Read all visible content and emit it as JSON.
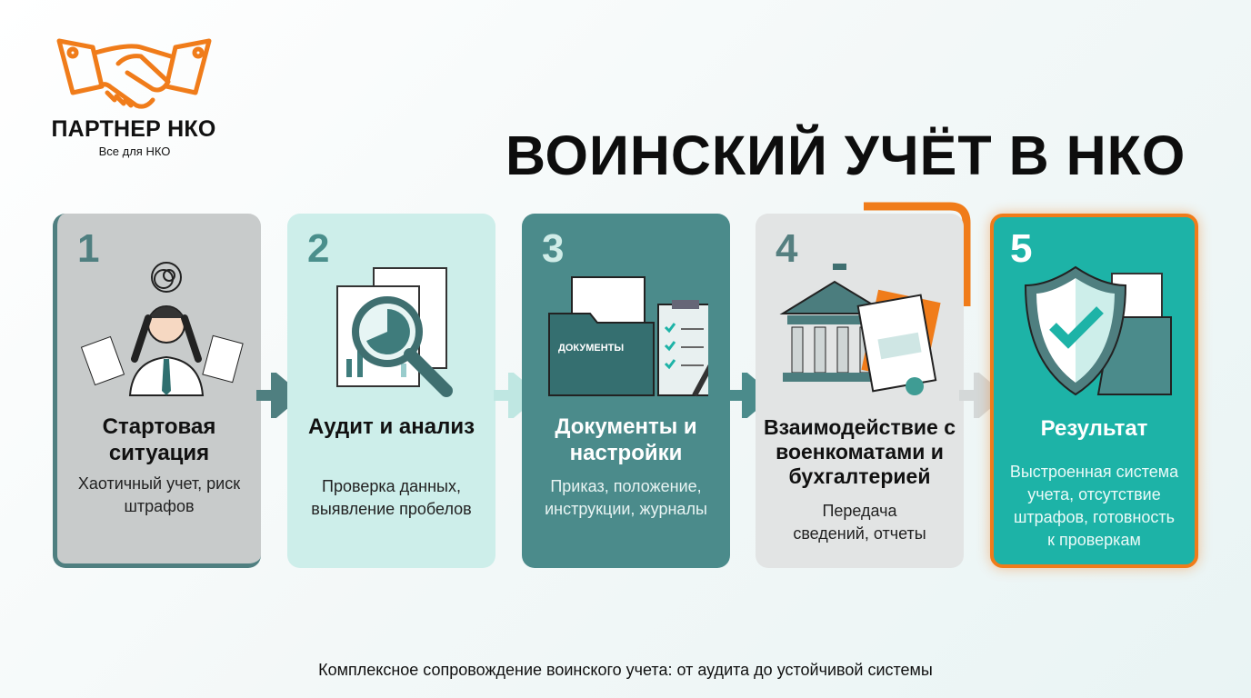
{
  "logo": {
    "name": "ПАРТНЕР НКО",
    "tagline": "Все для НКО",
    "icon": "handshake-icon"
  },
  "title": "ВОИНСКИЙ УЧЁТ В НКО",
  "steps": [
    {
      "number": "1",
      "title": "Стартовая ситуация",
      "description": "Хаотичный учет, риск штрафов",
      "icon": "stressed-person-icon",
      "color": "#c8cbcb"
    },
    {
      "number": "2",
      "title": "Аудит и анализ",
      "description": "Проверка данных, выявление пробелов",
      "icon": "magnifier-report-icon",
      "color": "#cdeeea"
    },
    {
      "number": "3",
      "title": "Документы и настройки",
      "description": "Приказ, положение, инструкции, журналы",
      "icon": "documents-folder-icon",
      "folder_label": "ДОКУМЕНТЫ",
      "color": "#4b8b8b"
    },
    {
      "number": "4",
      "title": "Взаимодействие с военкоматами и бухгалтерией",
      "description": "Передача сведений, отчеты",
      "icon": "government-building-icon",
      "color": "#e2e4e4"
    },
    {
      "number": "5",
      "title": "Результат",
      "description": "Выстроенная система учета, отсутствие штрафов, готовность к проверкам",
      "icon": "shield-check-icon",
      "color": "#1db3a7"
    }
  ],
  "accent": "#f07c1a",
  "footer": "Комплексное сопровождение воинского учета: от аудита до устойчивой системы"
}
